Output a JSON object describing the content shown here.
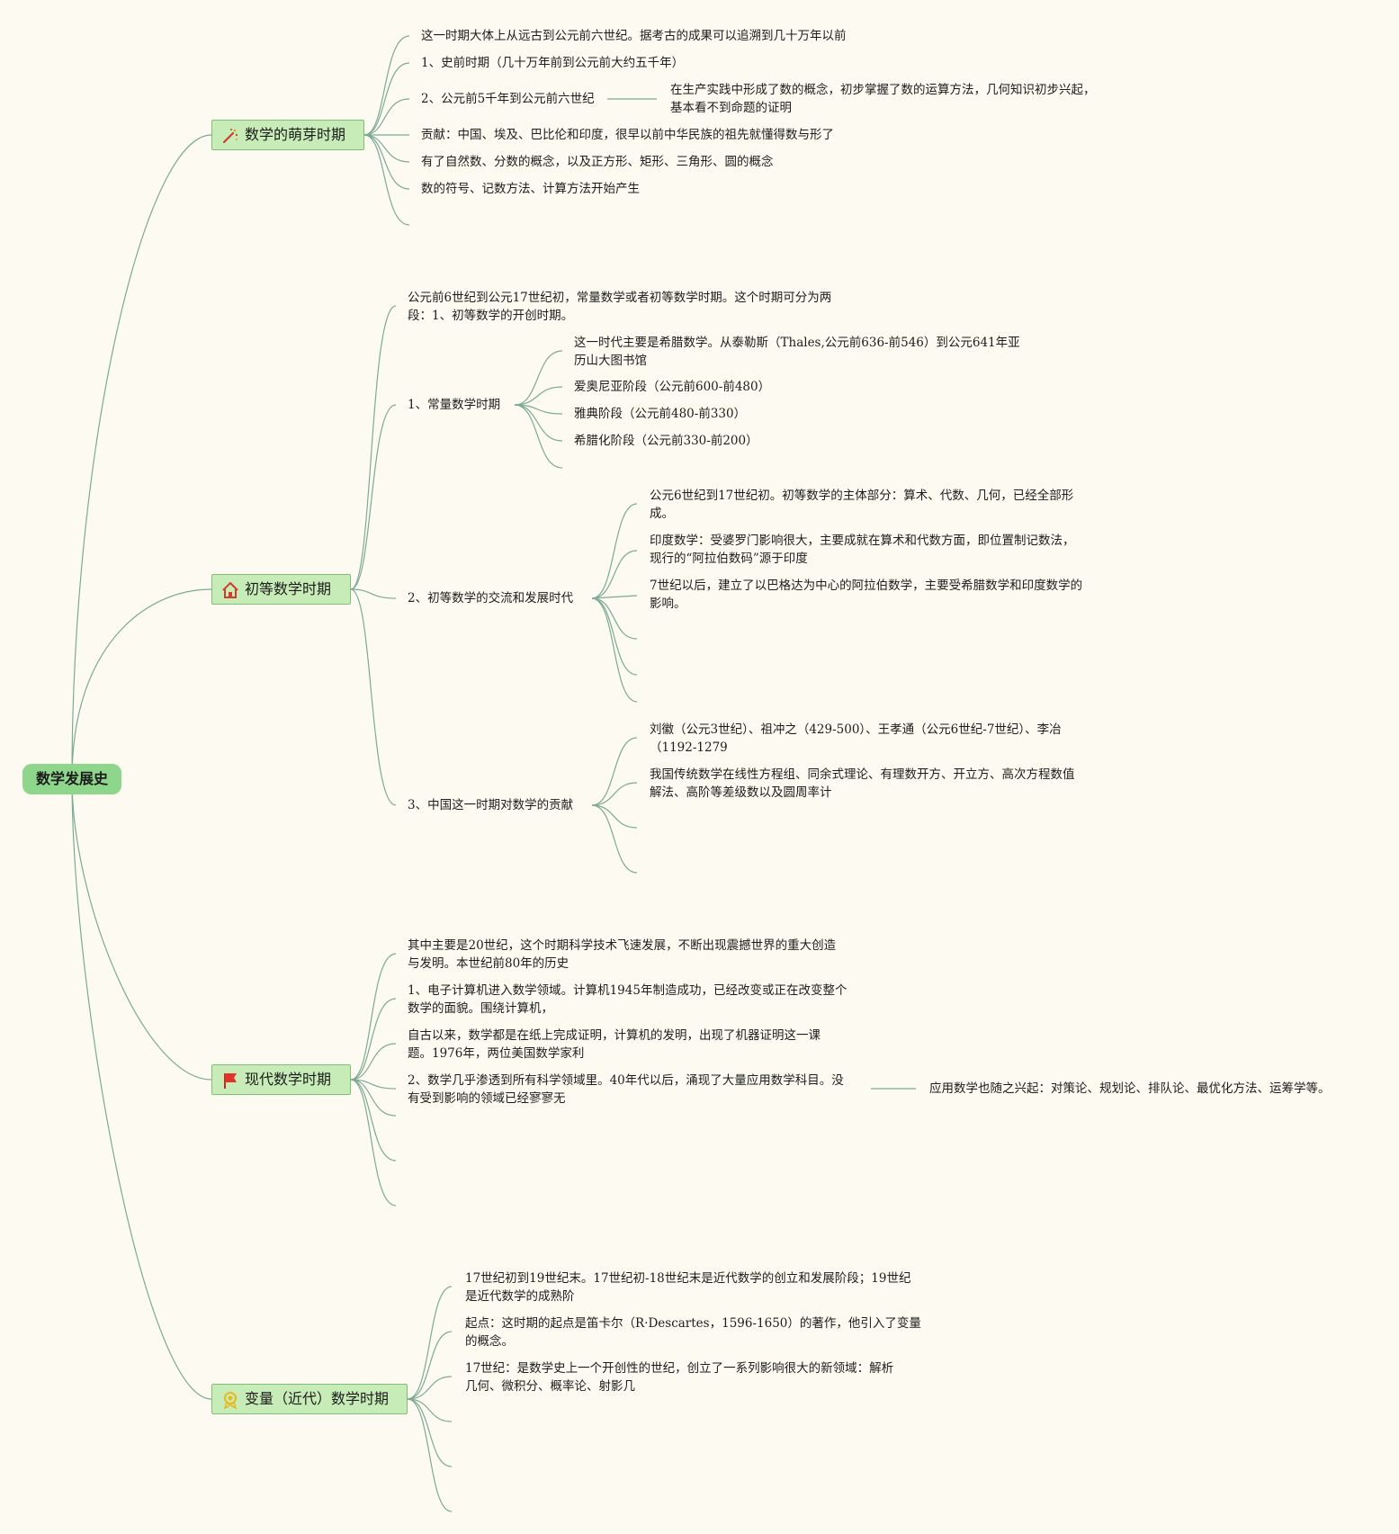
{
  "root": {
    "label": "数学发展史"
  },
  "branches": [
    {
      "label": "数学的萌芽时期",
      "icon": "magic-wand-icon",
      "items": [
        "这一时期大体上从远古到公元前六世纪。据考古的成果可以追溯到几十万年以前",
        "1、史前时期（几十万年前到公元前大约五千年）",
        "2、公元前5千年到公元前六世纪",
        "贡献：中国、埃及、巴比伦和印度，很早以前中华民族的祖先就懂得数与形了",
        "有了自然数、分数的概念，以及正方形、矩形、三角形、圆的概念",
        "数的符号、记数方法、计算方法开始产生"
      ],
      "item2_note": [
        "在生产实践中形成了数的概念，初步掌握了数的运算方法，几何知识初步兴起，",
        "基本看不到命题的证明"
      ]
    },
    {
      "label": "初等数学时期",
      "icon": "house-icon",
      "intro": [
        "公元前6世纪到公元17世纪初，常量数学或者初等数学时期。这个时期可分为两",
        "段：1、初等数学的开创时期。"
      ],
      "sub1": {
        "label": "1、常量数学时期",
        "items": [
          [
            "这一时代主要是希腊数学。从泰勒斯（Thales,公元前636-前546）到公元641年亚",
            "历山大图书馆"
          ],
          [
            "爱奥尼亚阶段（公元前600-前480）"
          ],
          [
            "雅典阶段（公元前480-前330）"
          ],
          [
            "希腊化阶段（公元前330-前200）"
          ]
        ]
      },
      "sub2": {
        "label": "2、初等数学的交流和发展时代",
        "items": [
          [
            "公元6世纪到17世纪初。初等数学的主体部分：算术、代数、几何，已经全部形",
            "成。"
          ],
          [
            "印度数学：受婆罗门影响很大，主要成就在算术和代数方面，即位置制记数法，",
            "现行的“阿拉伯数码”源于印度"
          ],
          [
            "7世纪以后，建立了以巴格达为中心的阿拉伯数学，主要受希腊数学和印度数学的",
            "影响。"
          ]
        ]
      },
      "sub3": {
        "label": "3、中国这一时期对数学的贡献",
        "items": [
          [
            "刘徽（公元3世纪）、祖冲之（429-500）、王孝通（公元6世纪-7世纪）、李冶",
            "（1192-1279"
          ],
          [
            "我国传统数学在线性方程组、同余式理论、有理数开方、开立方、高次方程数值",
            "解法、高阶等差级数以及圆周率计"
          ]
        ]
      }
    },
    {
      "label": "现代数学时期",
      "icon": "flag-icon",
      "items": [
        [
          "其中主要是20世纪，这个时期科学技术飞速发展，不断出现震撼世界的重大创造",
          "与发明。本世纪前80年的历史"
        ],
        [
          "1、电子计算机进入数学领域。计算机1945年制造成功，已经改变或正在改变整个",
          "数学的面貌。围绕计算机，"
        ],
        [
          "自古以来，数学都是在纸上完成证明，计算机的发明，出现了机器证明这一课",
          "题。1976年，两位美国数学家利"
        ],
        [
          "2、数学几乎渗透到所有科学领域里。40年代以后，涌现了大量应用数学科目。没",
          "有受到影响的领域已经寥寥无"
        ]
      ],
      "item4_note": "应用数学也随之兴起：对策论、规划论、排队论、最优化方法、运筹学等。"
    },
    {
      "label": "变量（近代）数学时期",
      "icon": "award-medal-icon",
      "items": [
        [
          "17世纪初到19世纪末。17世纪初-18世纪末是近代数学的创立和发展阶段；19世纪",
          "是近代数学的成熟阶"
        ],
        [
          "起点：这时期的起点是笛卡尔（R·Descartes，1596-1650）的著作，他引入了变量",
          "的概念。"
        ],
        [
          "17世纪：是数学史上一个开创性的世纪，创立了一系列影响很大的新领域：解析",
          "几何、微积分、概率论、射影几"
        ]
      ]
    }
  ],
  "colors": {
    "background": "#fdfbf1",
    "root": "#8ed68b",
    "branch": "#c7ecb7",
    "line": "#7daa93"
  }
}
